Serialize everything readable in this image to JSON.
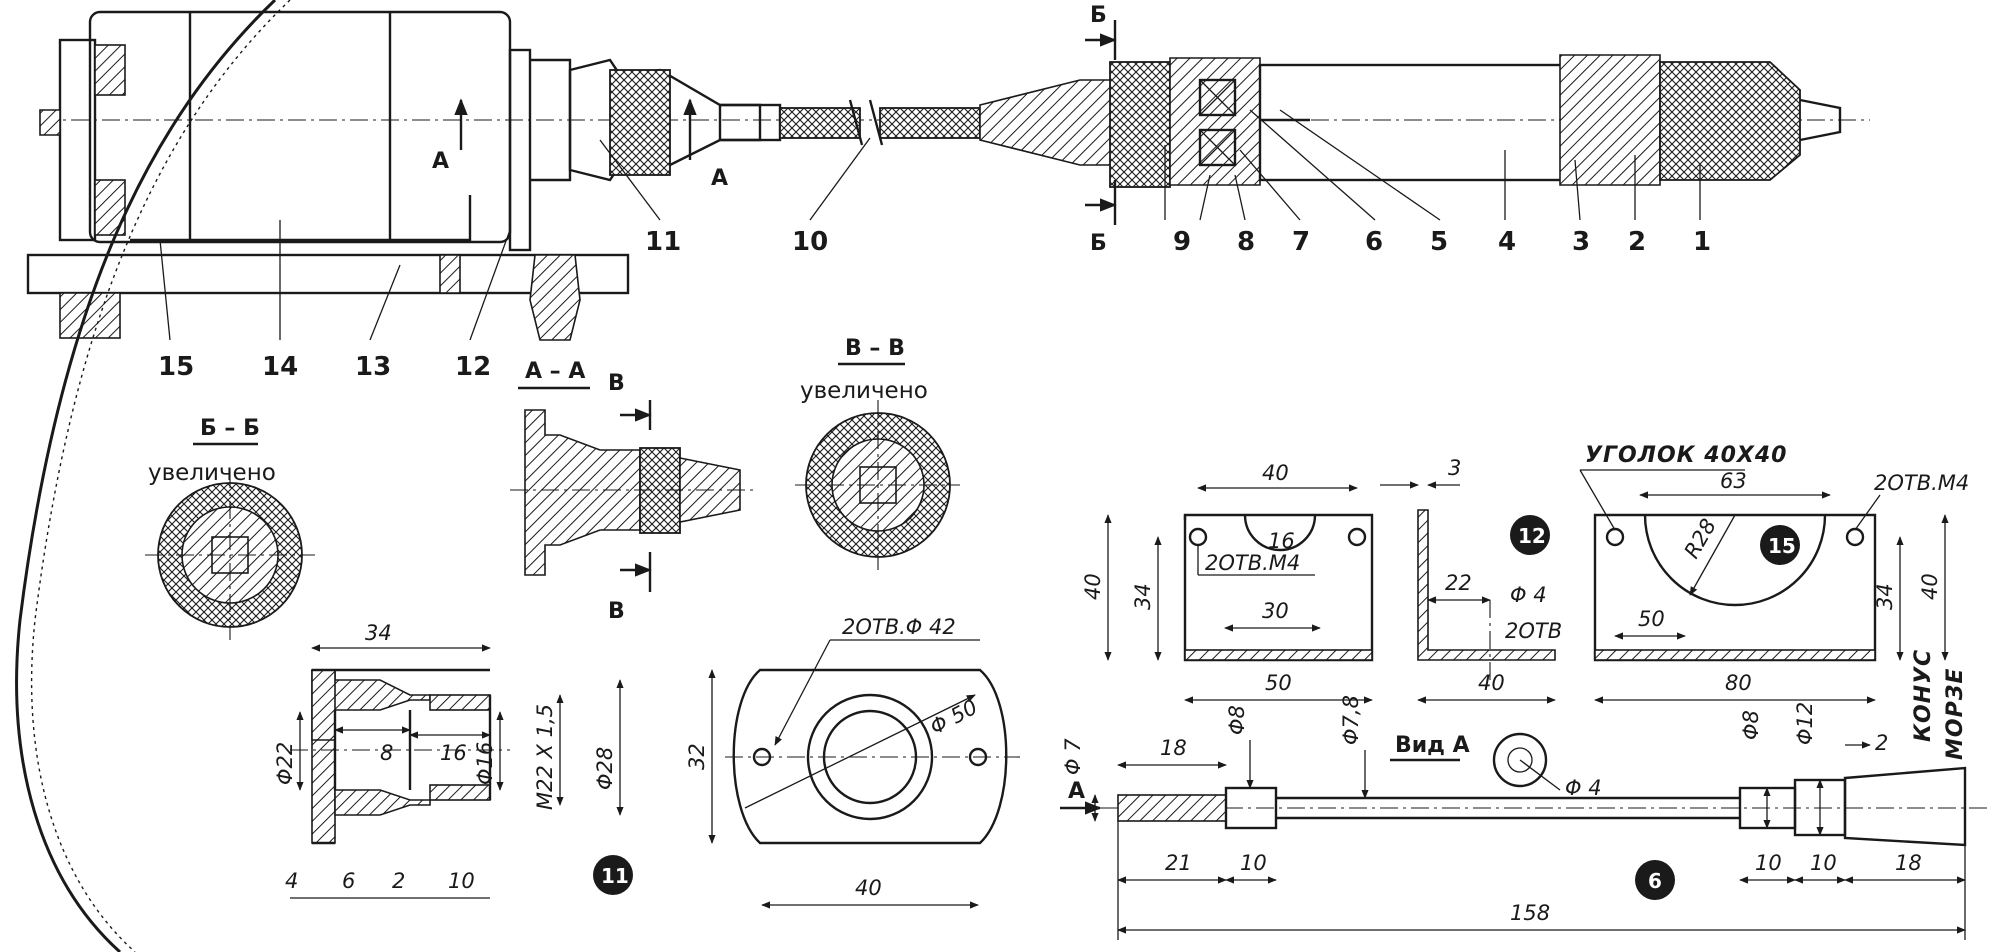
{
  "assembly": {
    "callouts": [
      "1",
      "2",
      "3",
      "4",
      "5",
      "6",
      "7",
      "8",
      "9",
      "10",
      "11",
      "12",
      "13",
      "14",
      "15"
    ],
    "section_marks": {
      "a": "А",
      "b": "Б"
    }
  },
  "sections": {
    "aa": {
      "title": "А – А",
      "mark": "В"
    },
    "bb": {
      "title": "Б – Б",
      "note": "увеличено"
    },
    "vv": {
      "title": "В – В",
      "note": "увеличено"
    }
  },
  "part11": {
    "badge": "11",
    "dims": {
      "len": "34",
      "d22": "Φ22",
      "d16": "Φ16",
      "thread": "M22 X 1,5",
      "d28": "Φ28",
      "in8": "8",
      "in16": "16",
      "b4": "4",
      "b6": "6",
      "b2": "2",
      "b10": "10"
    }
  },
  "flange": {
    "holes": "2ОТВ.Φ 42",
    "dims": {
      "d50": "Φ 50",
      "h32": "32",
      "w40": "40"
    }
  },
  "part12": {
    "badge": "12",
    "dims": {
      "w40": "40",
      "h40": "40",
      "h34": "34",
      "holes": "2ОТВ.М4",
      "r16": "16",
      "w30": "30",
      "w50": "50",
      "t3": "3",
      "l22": "22",
      "d4": "Φ 4",
      "holes2": "2ОТВ",
      "w40b": "40"
    }
  },
  "part15": {
    "badge": "15",
    "title": "УГОЛОК 40X40",
    "dims": {
      "w63": "63",
      "r28": "R28",
      "holes": "2ОТВ.М4",
      "h34": "34",
      "h40": "40",
      "w50": "50",
      "w80": "80"
    }
  },
  "part6": {
    "badge": "6",
    "view": "Вид А",
    "arrow": "А",
    "taper": [
      "КОНУС",
      "МОРЗЕ"
    ],
    "dims": {
      "d7": "Φ 7",
      "l18": "18",
      "d8": "Φ8",
      "d78": "Φ7,8",
      "d4": "Φ 4",
      "d8b": "Φ8",
      "d12": "Φ12",
      "t2": "2",
      "l21": "21",
      "l10": "10",
      "l158": "158",
      "l10b": "10",
      "l10c": "10",
      "l18b": "18"
    }
  }
}
